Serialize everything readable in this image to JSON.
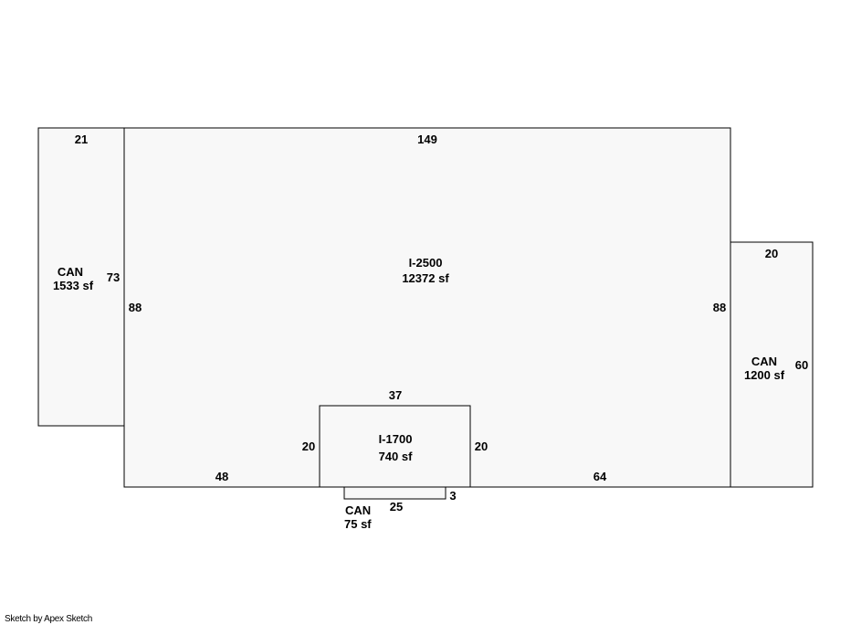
{
  "areas": {
    "can_left": {
      "code": "CAN",
      "size": "1533 sf"
    },
    "main": {
      "code": "I-2500",
      "size": "12372 sf"
    },
    "can_right": {
      "code": "CAN",
      "size": "1200 sf"
    },
    "inner": {
      "code": "I-1700",
      "size": "740 sf"
    },
    "can_small": {
      "code": "CAN",
      "size": "75 sf"
    }
  },
  "dimensions": {
    "can_left_top": "21",
    "can_left_side": "73",
    "main_top": "149",
    "main_left": "88",
    "main_right": "88",
    "main_bottom_left": "48",
    "main_bottom_right": "64",
    "can_right_top": "20",
    "can_right_side": "60",
    "inner_top": "37",
    "inner_left": "20",
    "inner_right": "20",
    "can_small_bottom": "25",
    "can_small_side": "3"
  },
  "footer": {
    "credit": "Sketch by Apex Sketch"
  }
}
